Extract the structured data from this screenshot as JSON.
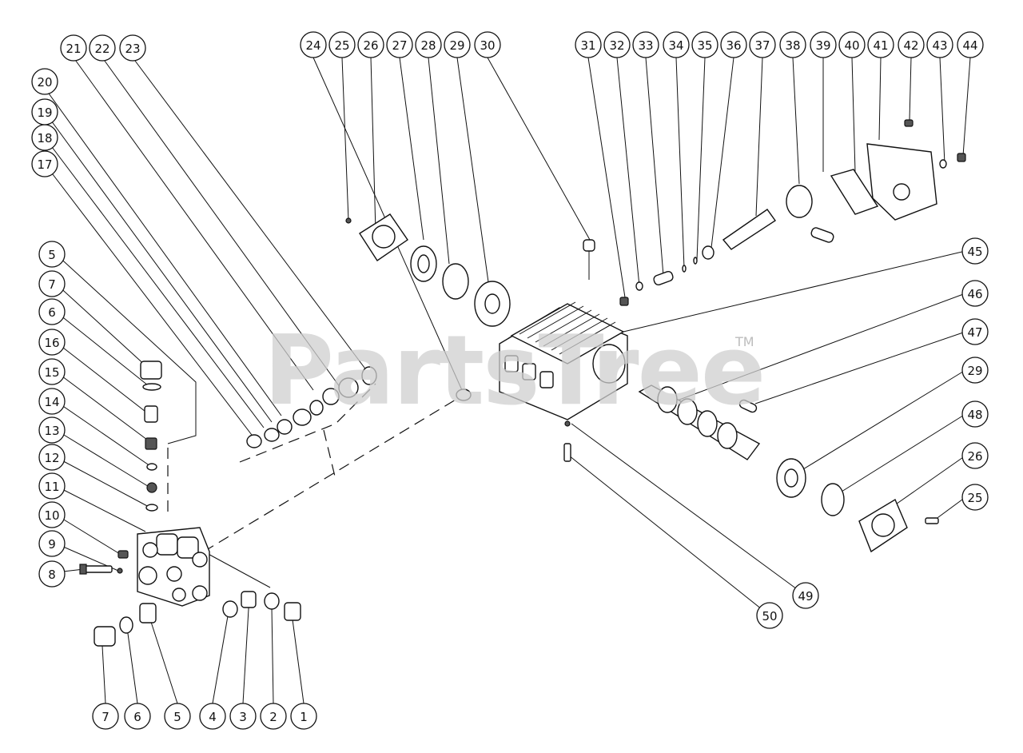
{
  "watermark": {
    "text": "PartsTree",
    "tm": "TM"
  },
  "callouts": [
    "1",
    "2",
    "3",
    "4",
    "5",
    "6",
    "7",
    "8",
    "9",
    "10",
    "11",
    "12",
    "13",
    "14",
    "15",
    "16",
    "17",
    "18",
    "19",
    "20",
    "21",
    "22",
    "23",
    "24",
    "25",
    "26",
    "27",
    "28",
    "29",
    "30",
    "31",
    "32",
    "33",
    "34",
    "35",
    "36",
    "37",
    "38",
    "39",
    "40",
    "41",
    "42",
    "43",
    "44",
    "45",
    "46",
    "47",
    "48",
    "49",
    "50"
  ]
}
